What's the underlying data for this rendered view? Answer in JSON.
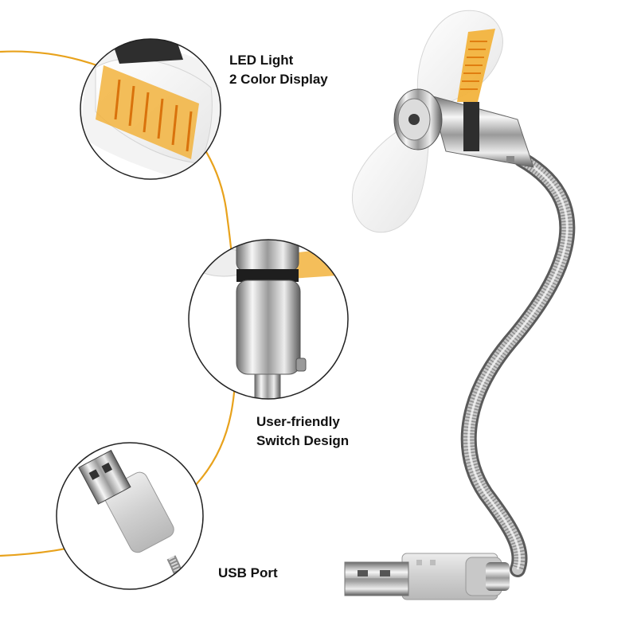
{
  "callouts": {
    "led": {
      "line1": "LED Light",
      "line2": "2 Color Display"
    },
    "switch": {
      "line1": "User-friendly",
      "line2": "Switch Design"
    },
    "usb": {
      "line1": "USB Port"
    }
  },
  "colors": {
    "accent_line": "#e8a21c",
    "led_amber": "#f2b33d",
    "chrome_dark": "#4a4a4a",
    "chrome_light": "#f4f4f4",
    "usb_plug": "#d9d9d9"
  }
}
